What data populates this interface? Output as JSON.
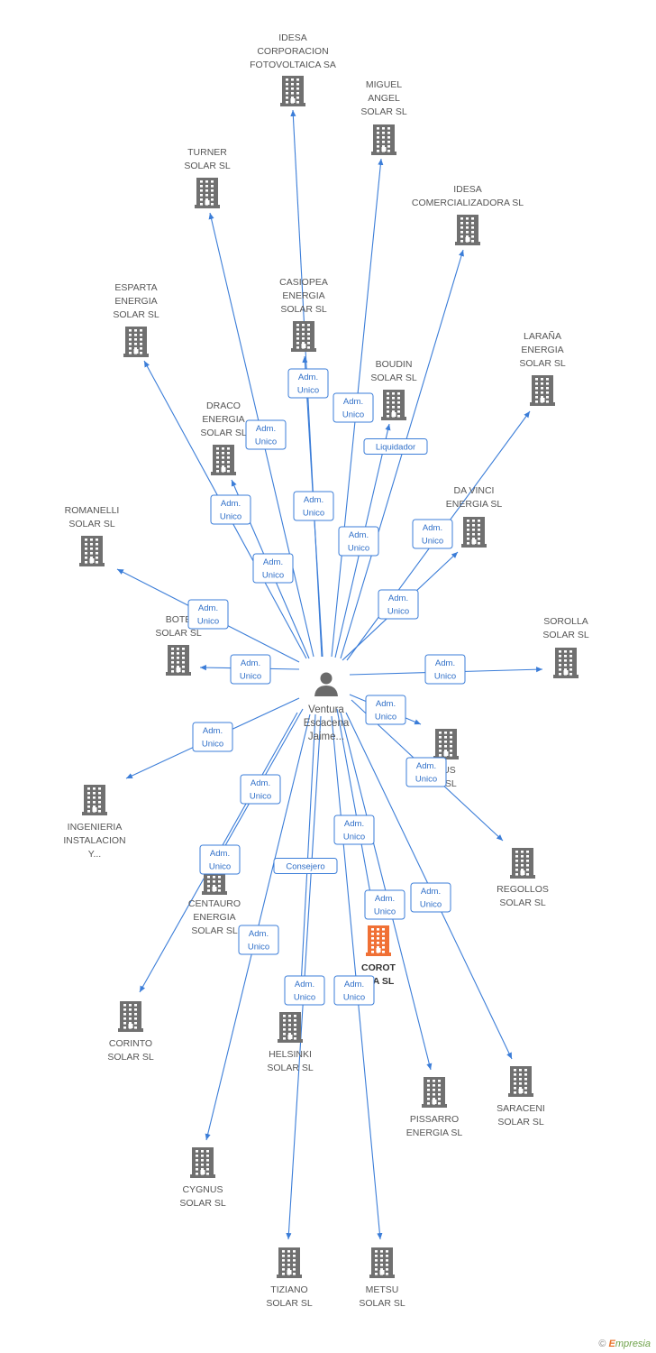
{
  "center": {
    "label_lines": [
      "Ventura",
      "Escacena",
      "Jaime..."
    ]
  },
  "colors": {
    "edge": "#3b7dd8",
    "building": "#707070",
    "highlight": "#f07035",
    "edge_text": "#2f6fc8"
  },
  "icons": {
    "person": "person-icon",
    "company": "building-icon"
  },
  "brand": {
    "copyright": "©",
    "e": "E",
    "rest": "mpresia"
  },
  "nodes": [
    {
      "id": "idesa-corp",
      "lines": [
        "IDESA",
        "CORPORACION",
        "FOTOVOLTAICA SA"
      ]
    },
    {
      "id": "miguel-angel",
      "lines": [
        "MIGUEL",
        "ANGEL",
        "SOLAR SL"
      ]
    },
    {
      "id": "turner",
      "lines": [
        "TURNER",
        "SOLAR SL"
      ]
    },
    {
      "id": "idesa-com",
      "lines": [
        "IDESA",
        "COMERCIALIZADORA SL"
      ]
    },
    {
      "id": "esparta",
      "lines": [
        "ESPARTA",
        "ENERGIA",
        "SOLAR SL"
      ]
    },
    {
      "id": "casiopea",
      "lines": [
        "CASIOPEA",
        "ENERGIA",
        "SOLAR SL"
      ]
    },
    {
      "id": "larana",
      "lines": [
        "LARAÑA",
        "ENERGIA",
        "SOLAR SL"
      ]
    },
    {
      "id": "boudin",
      "lines": [
        "BOUDIN",
        "SOLAR SL"
      ]
    },
    {
      "id": "draco",
      "lines": [
        "DRACO",
        "ENERGIA",
        "SOLAR SL"
      ]
    },
    {
      "id": "davinci",
      "lines": [
        "DA VINCI",
        "ENERGIA SL"
      ]
    },
    {
      "id": "romanelli",
      "lines": [
        "ROMANELLI",
        "SOLAR SL"
      ]
    },
    {
      "id": "botero",
      "lines": [
        "BOTE",
        "SOLAR SL"
      ]
    },
    {
      "id": "sorolla",
      "lines": [
        "SOROLLA",
        "SOLAR SL"
      ]
    },
    {
      "id": "nervus",
      "lines": [
        "VUS",
        "R SL"
      ]
    },
    {
      "id": "ingenieria",
      "lines": [
        "INGENIERIA",
        "INSTALACION",
        "Y..."
      ]
    },
    {
      "id": "regollos",
      "lines": [
        "REGOLLOS",
        "SOLAR SL"
      ]
    },
    {
      "id": "centauro",
      "lines": [
        "CENTAURO",
        "ENERGIA",
        "SOLAR SL"
      ]
    },
    {
      "id": "corot",
      "lines": [
        "COROT",
        "GIA SL"
      ],
      "highlight": true
    },
    {
      "id": "corinto",
      "lines": [
        "CORINTO",
        "SOLAR SL"
      ]
    },
    {
      "id": "helsinki",
      "lines": [
        "HELSINKI",
        "SOLAR SL"
      ]
    },
    {
      "id": "pissarro",
      "lines": [
        "PISSARRO",
        "ENERGIA SL"
      ]
    },
    {
      "id": "saraceni",
      "lines": [
        "SARACENI",
        "SOLAR SL"
      ]
    },
    {
      "id": "cygnus",
      "lines": [
        "CYGNUS",
        "SOLAR SL"
      ]
    },
    {
      "id": "tiziano",
      "lines": [
        "TIZIANO",
        "SOLAR SL"
      ]
    },
    {
      "id": "metsu",
      "lines": [
        "METSU",
        "SOLAR SL"
      ]
    }
  ],
  "edges": [
    {
      "to": "idesa-corp",
      "label": [
        "Adm.",
        "Unico"
      ]
    },
    {
      "to": "miguel-angel",
      "label": [
        "Adm.",
        "Unico"
      ]
    },
    {
      "to": "turner",
      "label": [
        "Adm.",
        "Unico"
      ]
    },
    {
      "to": "idesa-com",
      "label": [
        "Adm.",
        "Unico"
      ]
    },
    {
      "to": "esparta",
      "label": [
        "Adm.",
        "Unico"
      ]
    },
    {
      "to": "casiopea",
      "label": [
        "Adm.",
        "Unico"
      ]
    },
    {
      "to": "larana",
      "label": [
        "Adm.",
        "Unico"
      ]
    },
    {
      "to": "boudin",
      "label": [
        "Liquidador"
      ]
    },
    {
      "to": "draco",
      "label": [
        "Adm.",
        "Unico"
      ]
    },
    {
      "to": "davinci",
      "label": [
        "Adm.",
        "Unico"
      ]
    },
    {
      "to": "romanelli",
      "label": [
        "Adm.",
        "Unico"
      ]
    },
    {
      "to": "botero",
      "label": [
        "Adm.",
        "Unico"
      ]
    },
    {
      "to": "sorolla",
      "label": [
        "Adm.",
        "Unico"
      ]
    },
    {
      "to": "nervus",
      "label": [
        "Adm.",
        "Unico"
      ]
    },
    {
      "to": "ingenieria",
      "label": [
        "Adm.",
        "Unico"
      ]
    },
    {
      "to": "regollos",
      "label": [
        "Adm.",
        "Unico"
      ]
    },
    {
      "to": "centauro",
      "label": [
        "Adm.",
        "Unico"
      ]
    },
    {
      "to": "corot",
      "label": [
        "Adm.",
        "Unico"
      ]
    },
    {
      "to": "corinto",
      "label": [
        "Adm.",
        "Unico"
      ]
    },
    {
      "to": "helsinki",
      "label": [
        "Consejero"
      ]
    },
    {
      "to": "pissarro",
      "label": [
        "Adm.",
        "Unico"
      ]
    },
    {
      "to": "saraceni",
      "label": [
        "Adm.",
        "Unico"
      ]
    },
    {
      "to": "cygnus",
      "label": [
        "Adm.",
        "Unico"
      ]
    },
    {
      "to": "tiziano",
      "label": [
        "Adm.",
        "Unico"
      ]
    },
    {
      "to": "metsu",
      "label": [
        "Adm.",
        "Unico"
      ]
    }
  ]
}
